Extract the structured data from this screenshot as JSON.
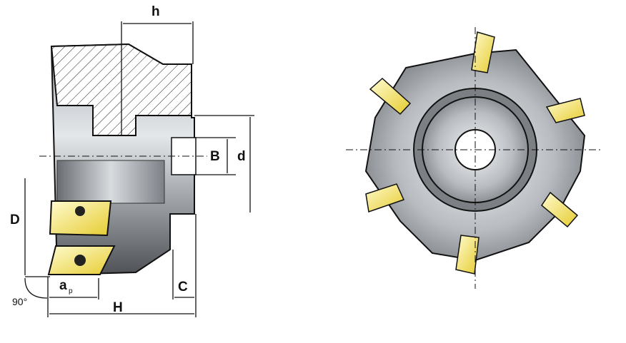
{
  "labels": {
    "h": "h",
    "B": "B",
    "d": "d",
    "D": "D",
    "ap_main": "a",
    "ap_sub": "p",
    "angle": "90°",
    "H": "H",
    "C": "C"
  },
  "colors": {
    "insert": "#f0e060",
    "body_dark": "#5a5d62",
    "body_light": "#c9cdd2",
    "outline": "#111111"
  }
}
